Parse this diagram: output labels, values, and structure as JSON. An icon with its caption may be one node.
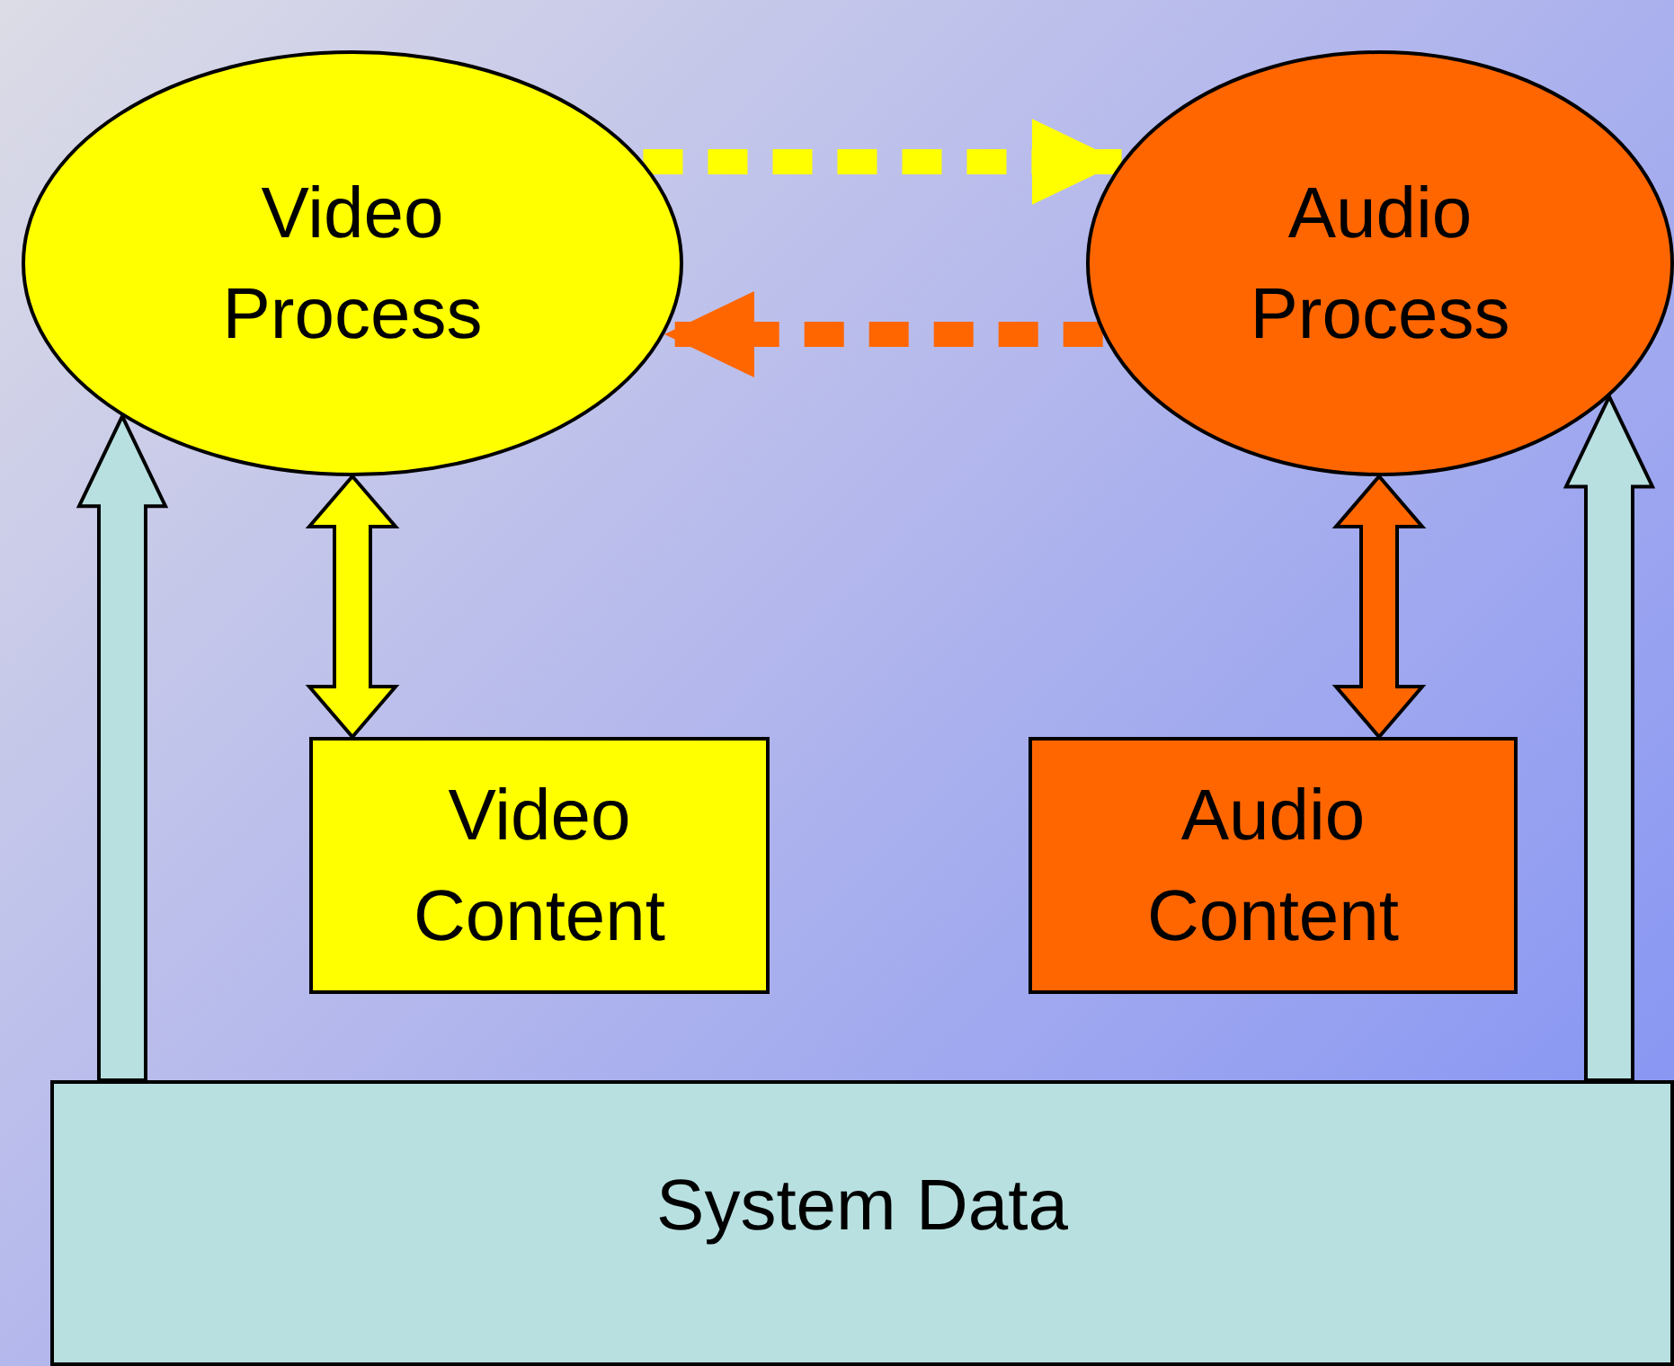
{
  "diagram": {
    "nodes": [
      {
        "text": [
          "Video Process"
        ]
      },
      {
        "text": [
          "Audio Process"
        ]
      },
      {
        "text": [
          "Video Content"
        ]
      },
      {
        "text": [
          "Audio Content"
        ]
      },
      {
        "text": [
          "System Data"
        ]
      }
    ],
    "edges": [
      {
        "from": 0,
        "to": 1,
        "arrow": "to",
        "style": "dashed",
        "color": "#ffff00"
      },
      {
        "from": 1,
        "to": 0,
        "arrow": "to",
        "style": "dashed",
        "color": "#ff6600"
      },
      {
        "from": 0,
        "to": 2,
        "arrow": "both",
        "style": "thick",
        "color": "#ffff00"
      },
      {
        "from": 1,
        "to": 3,
        "arrow": "both",
        "style": "thick",
        "color": "#ff6600"
      },
      {
        "from": 4,
        "to": 0,
        "arrow": "to",
        "style": "thick",
        "color": "#b8e0e0"
      },
      {
        "from": 4,
        "to": 1,
        "arrow": "to",
        "style": "thick",
        "color": "#b8e0e0"
      }
    ]
  }
}
